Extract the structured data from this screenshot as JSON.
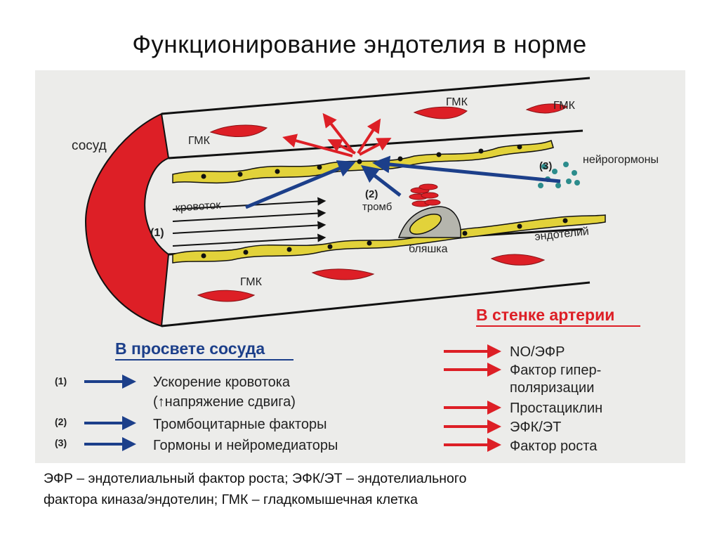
{
  "title": "Функционирование эндотелия в норме",
  "diagram": {
    "labels": {
      "vessel": "сосуд",
      "smc_1": "ГМК",
      "smc_2": "ГМК",
      "smc_3": "ГМК",
      "smc_4": "ГМК",
      "blood_flow": "кровоток",
      "marker_1": "(1)",
      "marker_2": "(2)",
      "thrombus": "тромб",
      "marker_3": "(3)",
      "neurohormones": "нейрогормоны",
      "plaque": "бляшка",
      "endothelium": "эндотелий"
    },
    "lumen_legend": {
      "heading": "В просвете сосуда",
      "items": [
        {
          "marker": "(1)",
          "line1": "Ускорение кровотока",
          "line2": "(↑напряжение сдвига)"
        },
        {
          "marker": "(2)",
          "line1": "Тромбоцитарные факторы"
        },
        {
          "marker": "(3)",
          "line1": "Гормоны и нейромедиаторы"
        }
      ]
    },
    "wall_legend": {
      "heading": "В стенке артерии",
      "items": [
        "NO/ЭФР",
        "Фактор гипер-",
        "поляризации",
        "Простациклин",
        "ЭФК/ЭТ",
        "Фактор роста"
      ]
    },
    "colors": {
      "red": "#dd1f26",
      "blue": "#1c3f8a",
      "endothelium": "#e2d23a",
      "teal": "#2c8c8c",
      "plaque": "#b5b5ad"
    }
  },
  "footnote": {
    "line1": "ЭФР – эндотелиальный фактор роста; ЭФК/ЭТ – эндотелиального",
    "line2": "фактора киназа/эндотелин; ГМК – гладкомышечная клетка"
  }
}
